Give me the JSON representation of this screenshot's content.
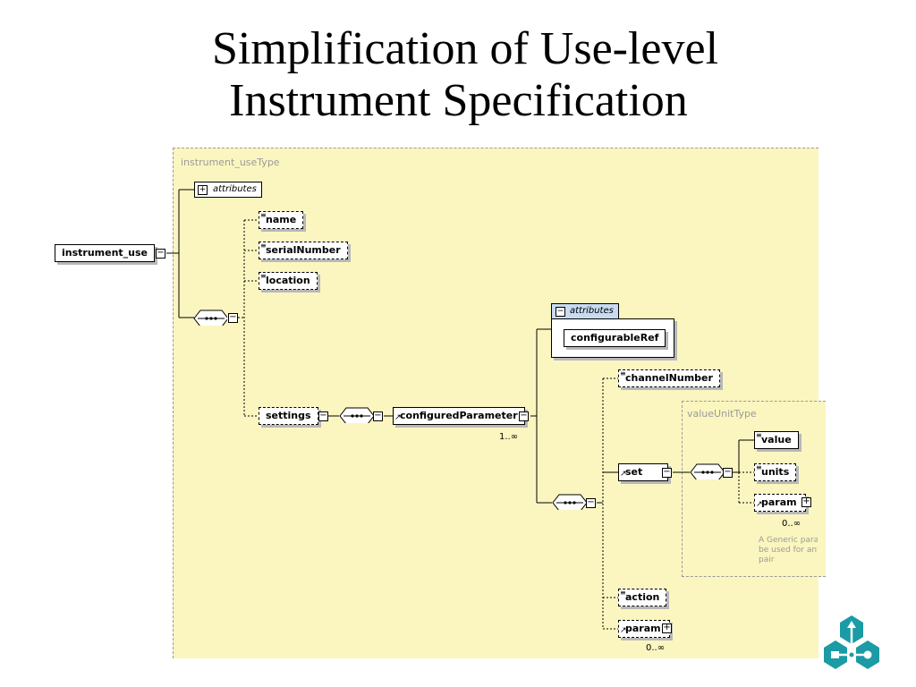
{
  "title": {
    "line1": "Simplification of Use-level",
    "line2": "Instrument Specification"
  },
  "diagram": {
    "outer_type": "instrument_useType",
    "inner_type": "valueUnitType",
    "root": "instrument_use",
    "attributes_label": "attributes",
    "elements": {
      "name": "name",
      "serialNumber": "serialNumber",
      "location": "location",
      "settings": "settings",
      "configuredParameter": "configuredParameter",
      "configurableRef": "configurableRef",
      "channelNumber": "channelNumber",
      "set": "set",
      "action": "action",
      "param": "param",
      "value": "value",
      "units": "units",
      "param_inner": "param"
    },
    "cardinalities": {
      "configuredParameter": "1..∞",
      "param": "0..∞",
      "param_inner": "0..∞"
    },
    "annotation": [
      "A Generic para",
      "be used for any",
      "pair"
    ],
    "colors": {
      "panel_background": "#fbf6bf",
      "attributes_header": "#c8dbf0",
      "logo": "#1a9ba5"
    },
    "icons": [
      "plus-icon",
      "minus-icon",
      "sequence-icon",
      "reference-arrow-icon",
      "logo-icon"
    ]
  }
}
